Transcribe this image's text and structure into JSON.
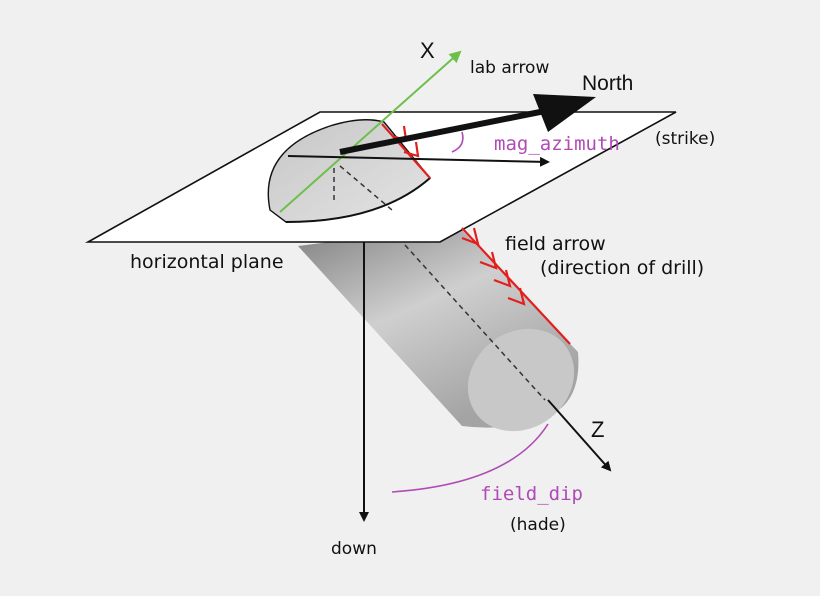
{
  "labels": {
    "x_axis": "X",
    "lab_arrow": "lab arrow",
    "north": "North",
    "strike": "(strike)",
    "mag_azimuth": "mag_azimuth",
    "field_arrow": "field arrow",
    "direction_of_drill": "(direction of drill)",
    "horizontal_plane": "horizontal plane",
    "z_axis": "Z",
    "field_dip": "field_dip",
    "hade": "(hade)",
    "down": "down"
  },
  "colors": {
    "background": "#f0f0f0",
    "plane_fill": "#ffffff",
    "cylinder_body": "#b9b9b9",
    "cylinder_top": "#d4d4d4",
    "lab_arrow": "#6cc04a",
    "field_marks": "#e0201e",
    "angle_label": "#b04ab6",
    "arrow": "#111111"
  }
}
